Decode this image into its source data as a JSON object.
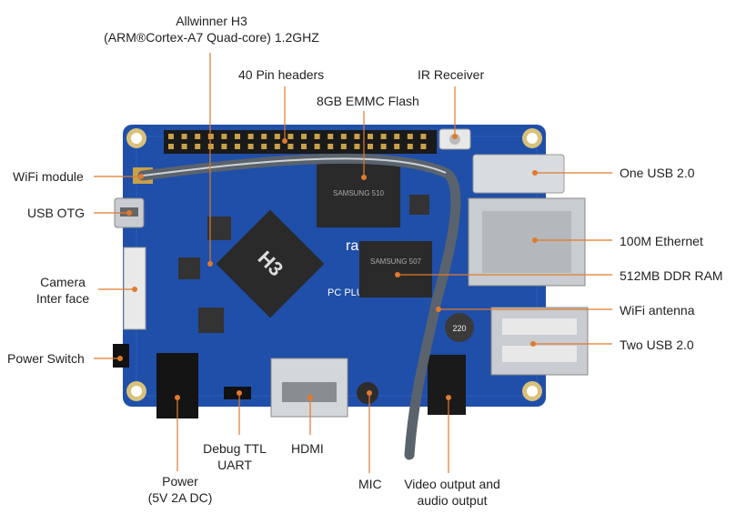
{
  "colors": {
    "pcb": "#1f4fa8",
    "pcb_dark": "#173f8c",
    "chip": "#2a2a2a",
    "metal": "#c9ccd0",
    "leader": "#e07a2e",
    "antenna": "#4f5760"
  },
  "board_text": {
    "brand": "range",
    "model": "PC PLUS",
    "soc": "H3",
    "emmc": "SAMSUNG 510",
    "ram": "SAMSUNG 507",
    "cap": "220"
  },
  "labels": {
    "allwinner": [
      "Allwinner H3",
      "(ARM®Cortex-A7 Quad-core) 1.2GHZ"
    ],
    "pin_headers": [
      "40 Pin headers"
    ],
    "ir_receiver": [
      "IR Receiver"
    ],
    "emmc_flash": [
      "8GB EMMC Flash"
    ],
    "wifi_module": [
      "WiFi module"
    ],
    "usb_otg": [
      "USB OTG"
    ],
    "camera": [
      "Camera",
      "Inter face"
    ],
    "power_switch": [
      "Power Switch"
    ],
    "one_usb": [
      "One USB 2.0"
    ],
    "ethernet": [
      "100M Ethernet"
    ],
    "ddr_ram": [
      "512MB DDR RAM"
    ],
    "wifi_antenna": [
      "WiFi antenna"
    ],
    "two_usb": [
      "Two USB 2.0"
    ],
    "debug_uart": [
      "Debug TTL",
      "UART"
    ],
    "hdmi": [
      "HDMI"
    ],
    "power": [
      "Power",
      "(5V 2A DC)"
    ],
    "mic": [
      "MIC"
    ],
    "video_audio": [
      "Video output and",
      "audio output"
    ]
  }
}
